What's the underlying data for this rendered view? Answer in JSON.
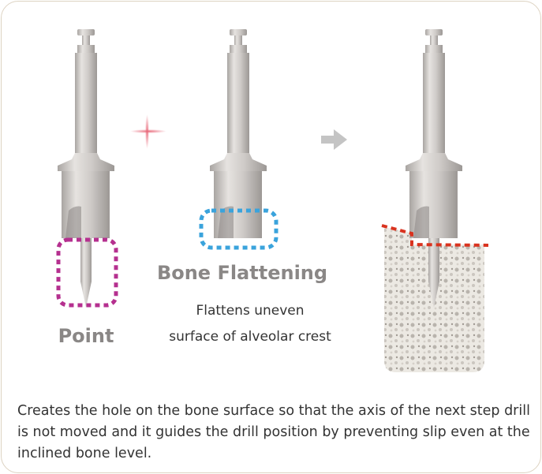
{
  "labels": {
    "point": "Point",
    "bone_flattening": "Bone Flattening",
    "bone_flattening_desc_line1": "Flattens uneven",
    "bone_flattening_desc_line2": "surface of alveolar crest"
  },
  "description": "Creates the hole on the bone surface so that the axis of the next step drill is not moved and it guides the drill position by preventing slip even at the inclined bone level.",
  "colors": {
    "point_highlight": "#b5308f",
    "flatten_highlight": "#3aa3dc",
    "bone_line": "#d9331f",
    "plus": "#e8697a",
    "arrow": "#c4c4c4",
    "frame": "#ddd3c2"
  }
}
